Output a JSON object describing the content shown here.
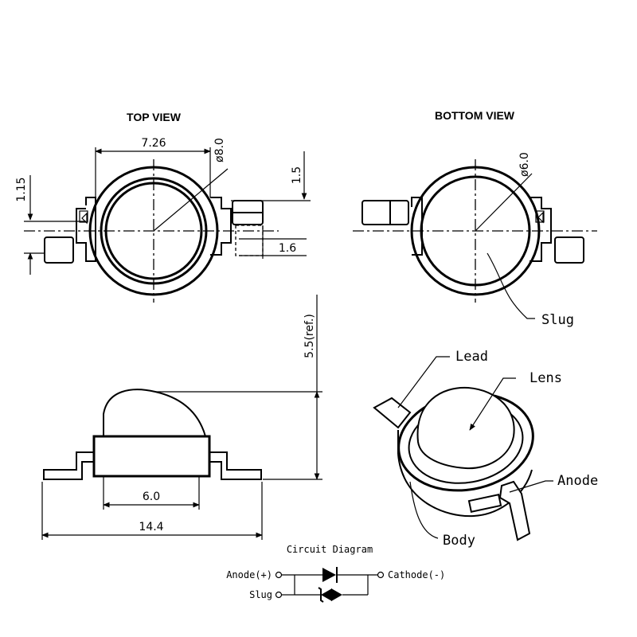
{
  "titles": {
    "top_view": "TOP VIEW",
    "bottom_view": "BOTTOM VIEW"
  },
  "top_view": {
    "width": "7.26",
    "lens_dia": "ø8.0",
    "lead_offset_right": "1.5",
    "lead_offset_left": "1.15",
    "lead_width": "1.6"
  },
  "bottom_view": {
    "slug_dia": "ø6.0",
    "slug_label": "Slug"
  },
  "side_view": {
    "height": "5.5(ref.)",
    "body_width": "6.0",
    "overall_length": "14.4"
  },
  "iso_view": {
    "lead": "Lead",
    "lens": "Lens",
    "anode": "Anode",
    "body": "Body"
  },
  "circuit": {
    "title": "Circuit Diagram",
    "anode": "Anode(+)",
    "cathode": "Cathode(-)",
    "slug": "Slug"
  }
}
